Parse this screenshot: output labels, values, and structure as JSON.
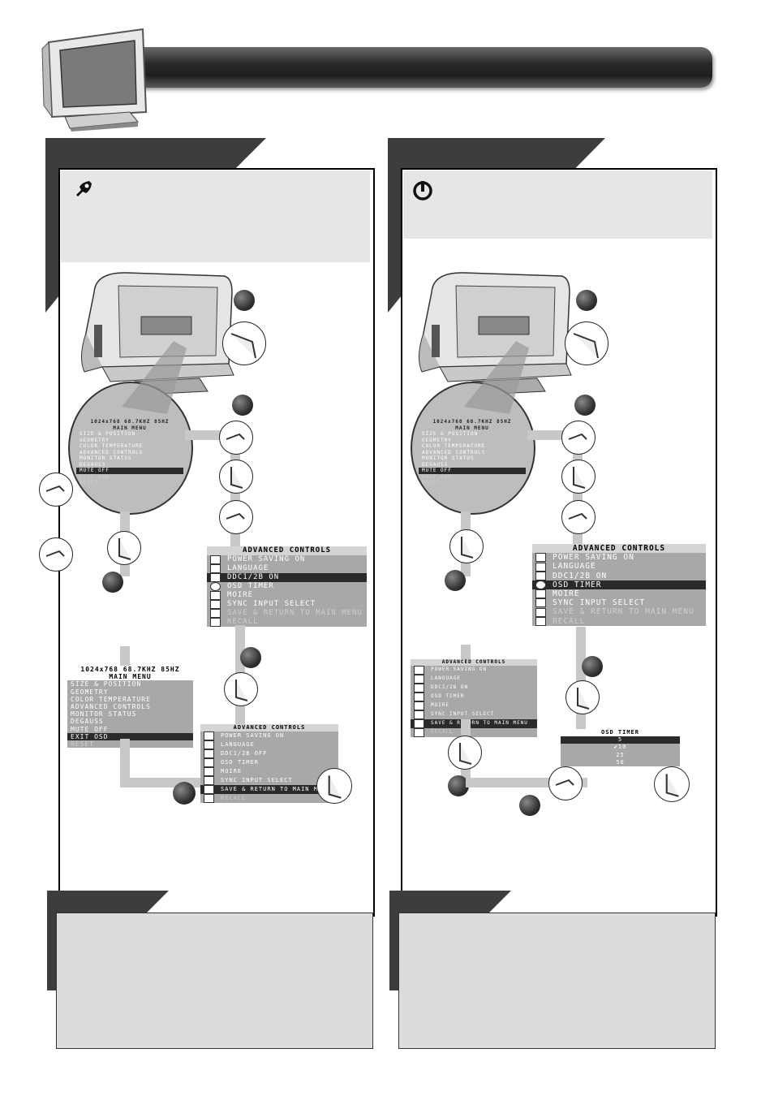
{
  "osd_main": {
    "header1": "1024x768  68.7KHZ 85HZ",
    "header2": "MAIN MENU",
    "items": [
      "SIZE & POSITION",
      "GEOMETRY",
      "COLOR TEMPERATURE",
      "ADVANCED CONTROLS",
      "MONITOR STATUS",
      "DEGAUSS",
      "MUTE OFF"
    ],
    "exit": "EXIT OSD",
    "reset": "RESET"
  },
  "osd_adv_left": {
    "title": "ADVANCED CONTROLS",
    "items": [
      "POWER SAVING ON",
      "LANGUAGE",
      "DDC1/2B ON",
      "OSD TIMER",
      "MOIRE",
      "SYNC INPUT SELECT"
    ],
    "save": "SAVE & RETURN TO MAIN MENU",
    "recall": "RECALL"
  },
  "osd_adv_left_small": {
    "title": "ADVANCED CONTROLS",
    "items": [
      "POWER SAVING ON",
      "LANGUAGE",
      "DDC1/2B OFF",
      "OSD TIMER",
      "MOIRE",
      "SYNC INPUT SELECT"
    ],
    "save": "SAVE & RETURN TO MAIN M",
    "recall": "RECALL"
  },
  "osd_adv_right": {
    "title": "ADVANCED CONTROLS",
    "items": [
      "POWER SAVING ON",
      "LANGUAGE",
      "DDC1/2B ON",
      "OSD TIMER",
      "MOIRE",
      "SYNC INPUT SELECT"
    ],
    "save": "SAVE & RETURN TO MAIN MENU",
    "recall": "RECALL"
  },
  "osd_adv_right_small": {
    "title": "ADVANCED CONTROLS",
    "items": [
      "POWER SAVING ON",
      "LANGUAGE",
      "DDC1/2B ON",
      "OSD TIMER",
      "MOIRE",
      "SYNC INPUT SELECT"
    ],
    "save": "SAVE & RETURN TO MAIN MENU",
    "recall": "RECALL"
  },
  "osd_timer": {
    "title": "OSD TIMER",
    "options": [
      "5",
      "10",
      "25",
      "50"
    ],
    "selected_mark": "✔"
  },
  "osd_main_bottom": {
    "header1": "1024x768  68.7KHZ 85HZ",
    "header2": "MAIN MENU",
    "items": [
      "SIZE & POSITION",
      "GEOMETRY",
      "COLOR TEMPERATURE",
      "ADVANCED CONTROLS",
      "MONITOR STATUS",
      "DEGAUSS",
      "MUTE OFF"
    ],
    "exit": "EXIT OSD",
    "reset": "RESET"
  },
  "icons": {
    "left_header": "ddc-plug-icon",
    "right_header": "osd-timer-power-icon"
  },
  "colors": {
    "dark_banner": "#3a3a3a",
    "panel_gray": "#e6e6e6",
    "osd_gray": "#a8a8a8",
    "osd_highlight": "#2a2a2a"
  }
}
